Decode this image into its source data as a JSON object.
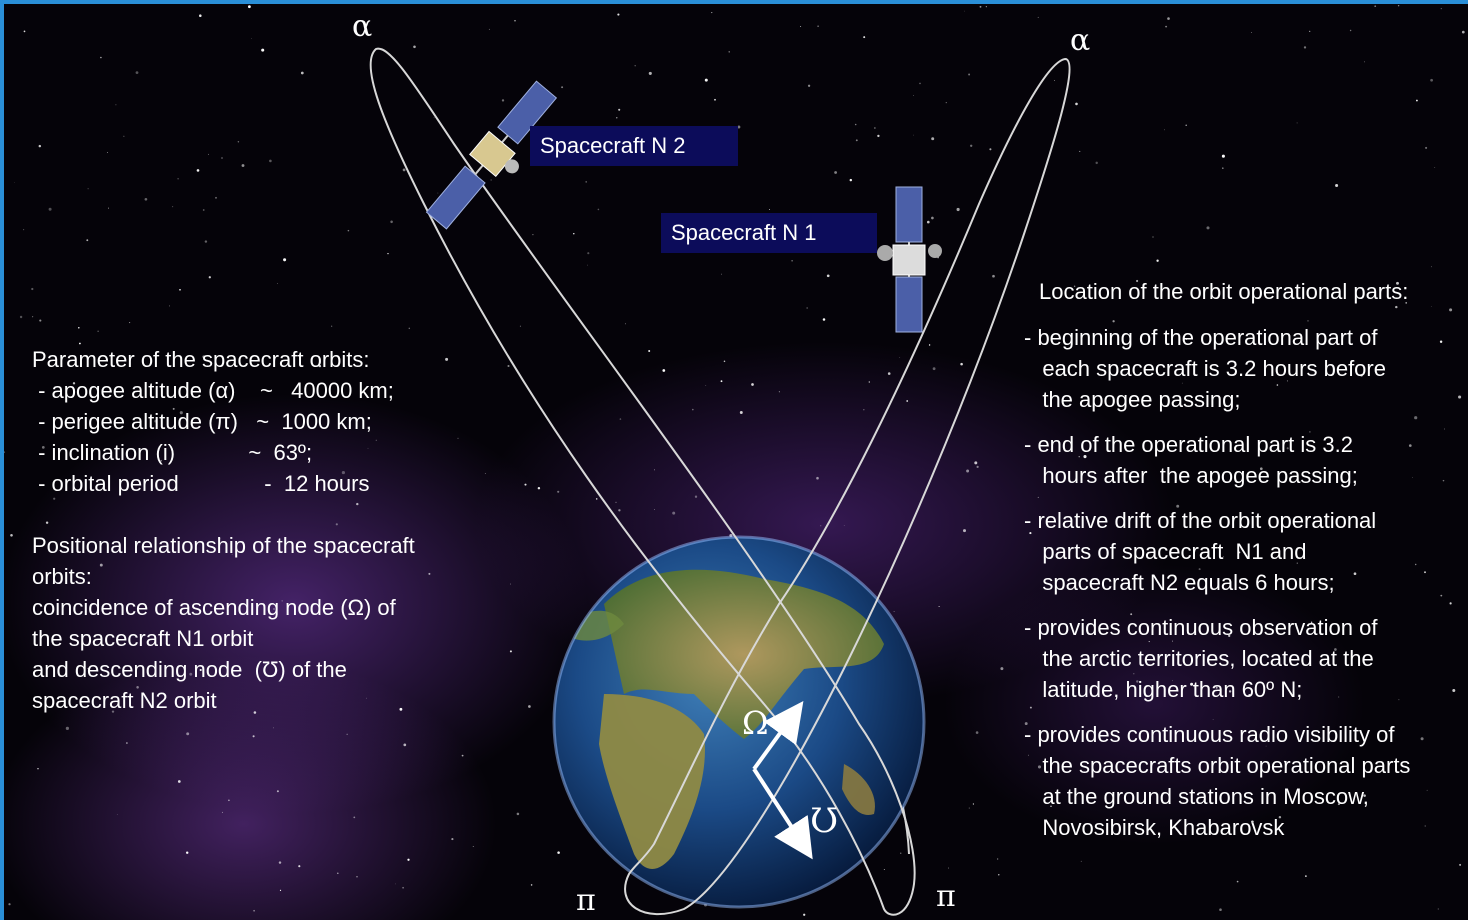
{
  "labels": {
    "spacecraft_2": "Spacecraft N 2",
    "spacecraft_1": "Spacecraft N 1",
    "alpha": "α",
    "pi": "π",
    "omega": "Ω",
    "descending_node": "Ʊ"
  },
  "parameters": {
    "title": "Parameter of the spacecraft orbits:",
    "lines": [
      " - apogee altitude (α)    ~   40000 km;",
      " - perigee altitude (π)   ~  1000 km;",
      " - inclination (i)            ~  63º;",
      " - orbital period              -  12 hours"
    ]
  },
  "relationship": {
    "lines": [
      "Positional relationship of the spacecraft",
      "orbits:",
      "coincidence of ascending node (Ω) of",
      "the spacecraft N1 orbit",
      "and descending node  (Ʊ) of the",
      "spacecraft N2 orbit"
    ]
  },
  "location": {
    "title": "Location of the orbit operational parts:",
    "items": [
      [
        "- beginning of the operational part of",
        "   each spacecraft is 3.2 hours before",
        "   the apogee passing;"
      ],
      [
        "- end of the operational part is 3.2",
        "   hours after  the apogee passing;"
      ],
      [
        "- relative drift of the orbit operational",
        "   parts of spacecraft  N1 and",
        "   spacecraft N2 equals 6 hours;"
      ],
      [
        "- provides continuous observation of",
        "   the arctic territories, located at the",
        "   latitude, higher than 60º N;"
      ],
      [
        "- provides continuous radio visibility of",
        "   the spacecrafts orbit operational parts",
        "   at the ground stations in Moscow,",
        "   Novosibirsk, Khabarovsk"
      ]
    ]
  },
  "colors": {
    "frame": "#2a8fd8",
    "label_bg": "#0c0c5a"
  }
}
